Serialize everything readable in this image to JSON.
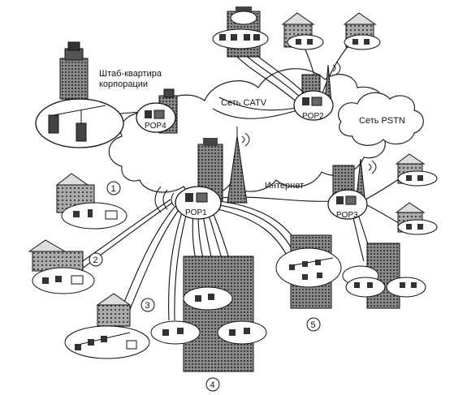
{
  "labels": {
    "hq": [
      "Штаб-квартира",
      "корпорации"
    ],
    "catv": "Сеть CATV",
    "pstn": "Сеть PSTN",
    "internet": "Интернет"
  },
  "pops": [
    "POP1",
    "POP2",
    "POP3",
    "POP4"
  ],
  "sites": [
    "1",
    "2",
    "3",
    "4",
    "5"
  ]
}
